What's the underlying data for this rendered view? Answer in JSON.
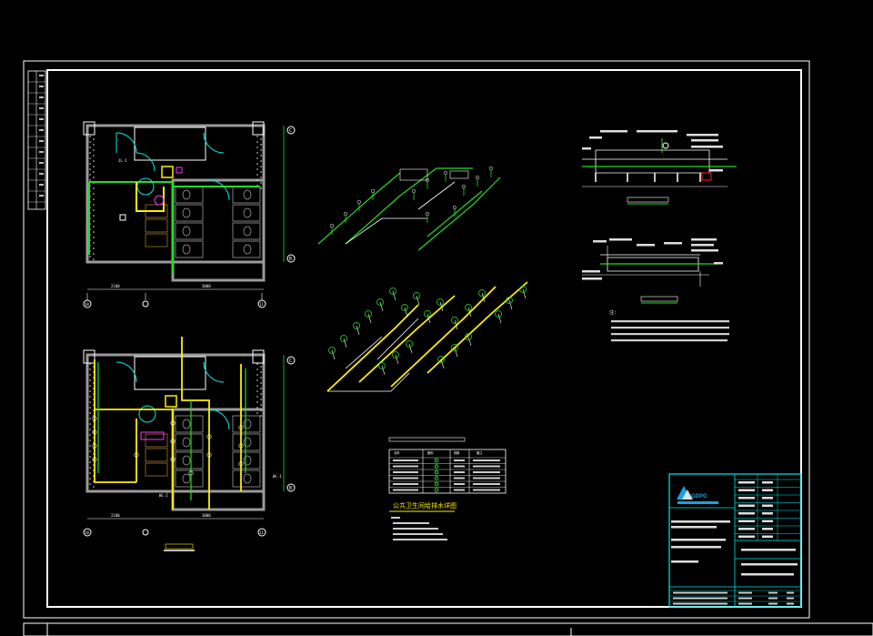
{
  "title_block": {
    "logo_text": "GDPG",
    "logo_color": "#1aa0e0",
    "frame_color": "#00e5e5"
  },
  "plan_upper": {
    "axis_labels": [
      "C",
      "B",
      "10",
      "11"
    ],
    "dims": [
      "2100",
      "3000"
    ],
    "tag": "JL-1"
  },
  "plan_lower": {
    "axis_labels": [
      "C",
      "B",
      "10",
      "11"
    ],
    "dims": [
      "2100",
      "3000"
    ],
    "tags": [
      "WL-1",
      "WL-2"
    ]
  },
  "details": {
    "note_heading": "注:"
  },
  "legend": {
    "col_headers": [
      "名称",
      "图例",
      "规格",
      "备注"
    ],
    "title": "公共卫生间给排水详图"
  },
  "colors": {
    "background": "#000000",
    "supply_pipe": "#22dd22",
    "drain_pipe": "#ffee00",
    "fixture": "#9a9a9a",
    "hot_water": "#ff33ff"
  }
}
